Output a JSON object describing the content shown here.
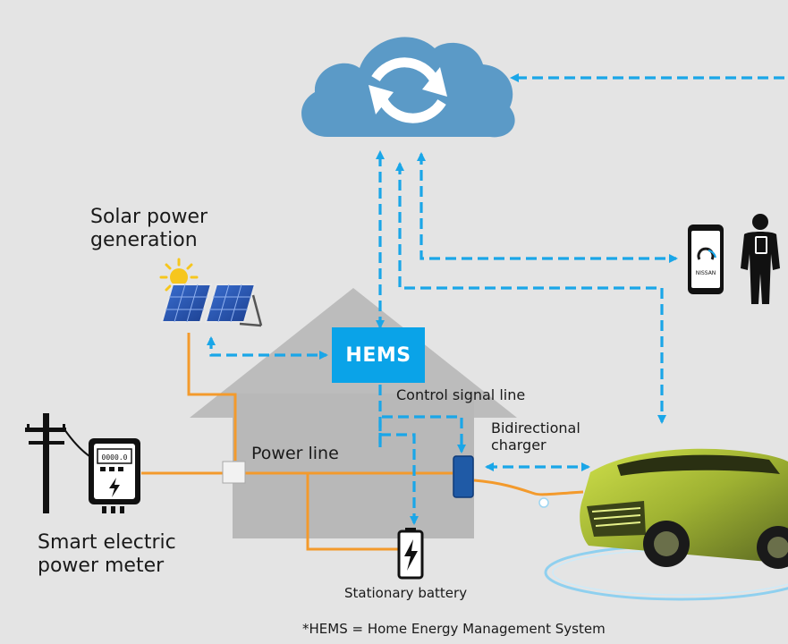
{
  "labels": {
    "solar": "Solar power\ngeneration",
    "hems": "HEMS",
    "control_signal": "Control signal line",
    "bidirectional": "Bidirectional\ncharger",
    "power_line": "Power line",
    "meter": "Smart electric\npower meter",
    "battery": "Stationary battery",
    "footnote": "*HEMS = Home Energy Management System",
    "phone_brand": "NISSAN",
    "meter_screen": "0000.0"
  },
  "colors": {
    "background": "#e4e4e4",
    "cloud": "#5b9ac7",
    "signal": "#1aa6e8",
    "power": "#f39a2c",
    "house": "#b8b8b8",
    "hems": "#0aa3e8",
    "charger": "#1f5aa6"
  },
  "icons": [
    "cloud-sync-icon",
    "solar-panel-icon",
    "sun-icon",
    "utility-pole-icon",
    "smart-meter-icon",
    "smartphone-icon",
    "person-icon",
    "battery-icon",
    "bidirectional-charger-icon",
    "electric-car-icon"
  ]
}
